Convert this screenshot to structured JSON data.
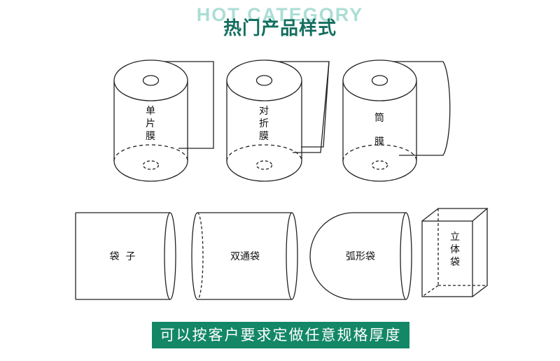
{
  "header": {
    "watermark": "HOT CATEGORY",
    "title": "热门产品样式"
  },
  "rolls": [
    {
      "label": "单片膜"
    },
    {
      "label": "对折膜"
    },
    {
      "label": "筒膜"
    }
  ],
  "bags": [
    {
      "label": "袋  子"
    },
    {
      "label": "双通袋"
    },
    {
      "label": "弧形袋"
    },
    {
      "label": "立体袋"
    }
  ],
  "footer": {
    "banner": "可以按客户要求定做任意规格厚度"
  },
  "colors": {
    "title": "#136e5e",
    "watermark": "#8fd3c8",
    "banner_bg": "#138766",
    "line": "#222222"
  }
}
